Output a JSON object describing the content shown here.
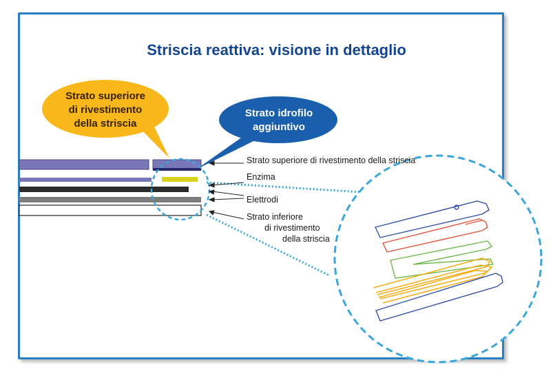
{
  "title": "Striscia reattiva: visione in dettaglio",
  "callouts": {
    "top_coating": [
      "Strato superiore",
      "di rivestimento",
      "della striscia"
    ],
    "hydrophilic": [
      "Strato idrofilo",
      "aggiuntivo"
    ]
  },
  "labels": {
    "top_coating": "Strato superiore di rivestimento della striscia",
    "enzyme": "Enzima",
    "electrodes": "Elettrodi",
    "bottom_coating": [
      "Strato inferiore",
      "di rivestimento",
      "della striscia"
    ]
  },
  "colors": {
    "frame": "#2a7fc4",
    "title": "#15458f",
    "callout_yellow": "#f8b81c",
    "callout_blue": "#1a5fad",
    "top_layer": "#7a77b8",
    "enzyme": "#d9d21a",
    "electrode_dark": "#2b2b2b",
    "electrode_gray": "#7c7c7c",
    "dotted": "#3aa5dc"
  }
}
